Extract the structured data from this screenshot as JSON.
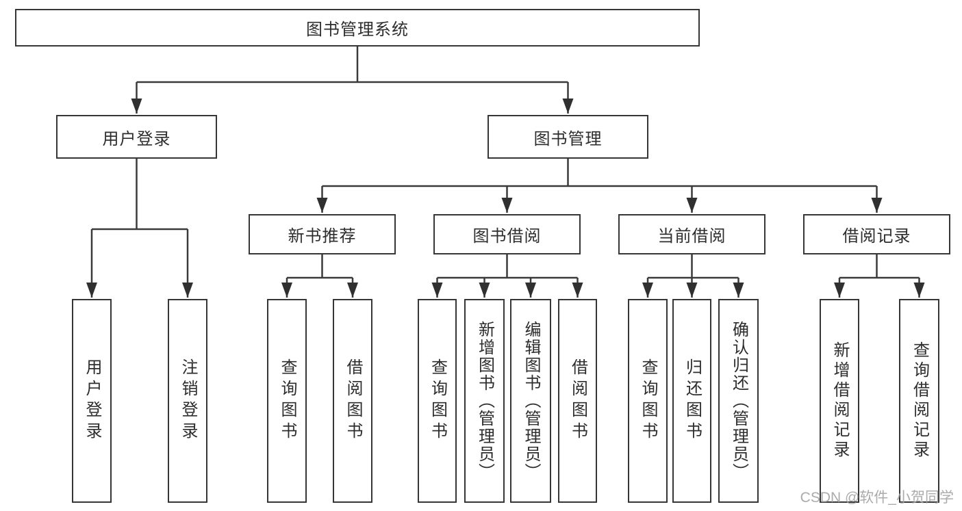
{
  "diagram": {
    "root": {
      "label": "图书管理系统"
    },
    "branches": [
      {
        "label": "用户登录",
        "children": [
          {
            "label": "用户登录"
          },
          {
            "label": "注销登录"
          }
        ]
      },
      {
        "label": "图书管理",
        "children": [
          {
            "label": "新书推荐",
            "children": [
              {
                "label": "查询图书"
              },
              {
                "label": "借阅图书"
              }
            ]
          },
          {
            "label": "图书借阅",
            "children": [
              {
                "label": "查询图书"
              },
              {
                "label": "新增图书（管理员）"
              },
              {
                "label": "编辑图书（管理员）"
              },
              {
                "label": "借阅图书"
              }
            ]
          },
          {
            "label": "当前借阅",
            "children": [
              {
                "label": "查询图书"
              },
              {
                "label": "归还图书"
              },
              {
                "label": "确认归还（管理员）"
              }
            ]
          },
          {
            "label": "借阅记录",
            "children": [
              {
                "label": "新增借阅记录"
              },
              {
                "label": "查询借阅记录"
              }
            ]
          }
        ]
      }
    ]
  },
  "watermark": {
    "text": "CSDN @软件_小贺同学"
  },
  "colors": {
    "line": "#3a3a3a",
    "box_border": "#363636",
    "text": "#2d2d2d",
    "watermark": "#a2a2a2",
    "background": "#ffffff"
  }
}
